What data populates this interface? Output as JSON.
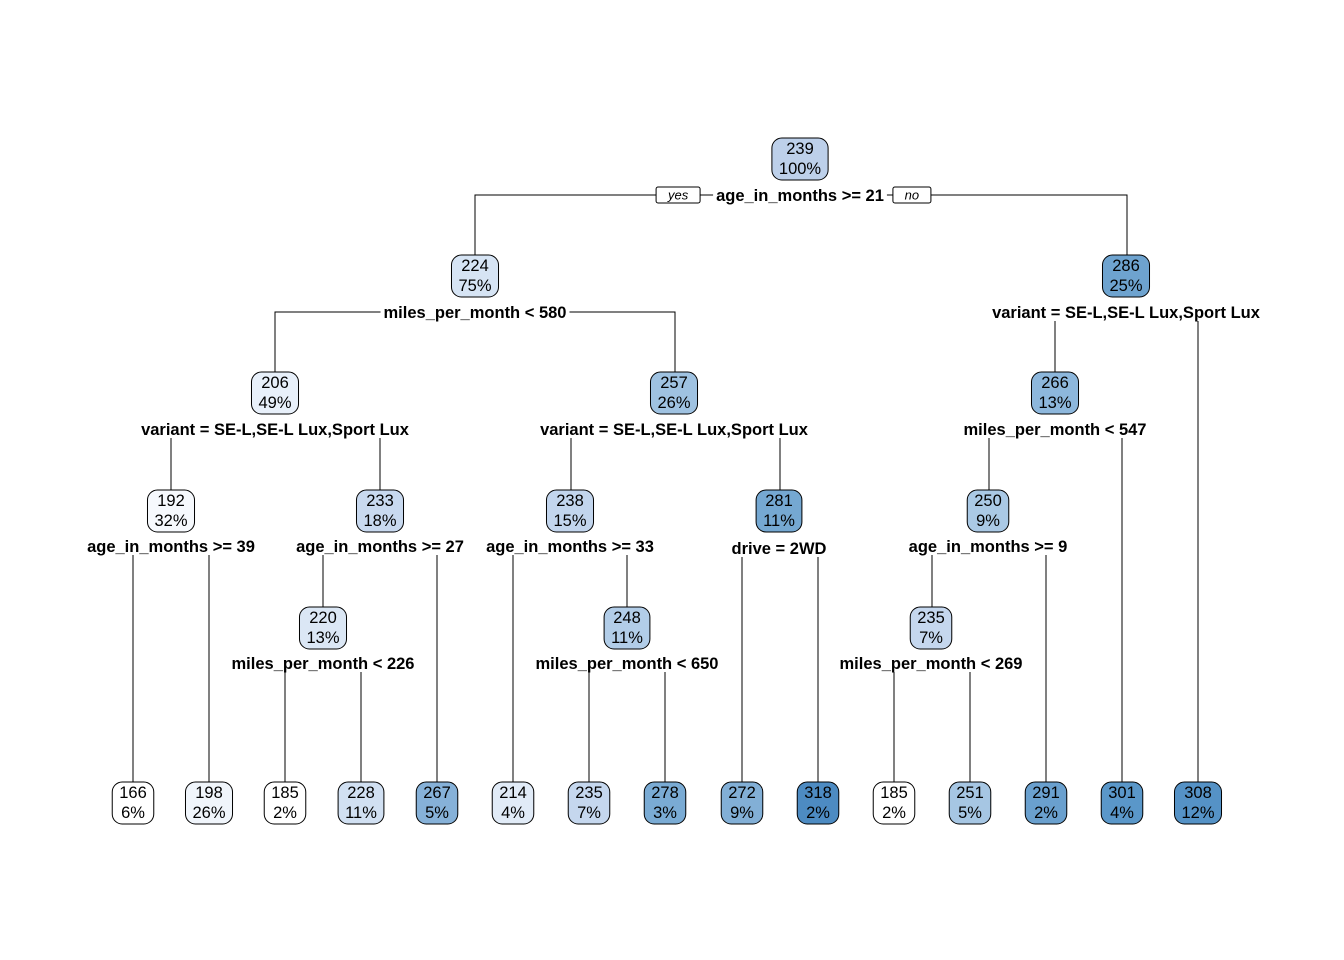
{
  "tree": {
    "yes_label": "yes",
    "no_label": "no",
    "nodes": [
      {
        "id": "n1",
        "value": "239",
        "percent": "100%",
        "fill": "#bdd0ea",
        "split": "age_in_months >= 21"
      },
      {
        "id": "n2",
        "value": "224",
        "percent": "75%",
        "fill": "#d6e4f4",
        "split": "miles_per_month < 580"
      },
      {
        "id": "n3",
        "value": "286",
        "percent": "25%",
        "fill": "#6ea3cf",
        "split": "variant = SE-L,SE-L Lux,Sport Lux"
      },
      {
        "id": "n4",
        "value": "206",
        "percent": "49%",
        "fill": "#e8f0fa",
        "split": "variant = SE-L,SE-L Lux,Sport Lux"
      },
      {
        "id": "n5",
        "value": "257",
        "percent": "26%",
        "fill": "#9fc2e1",
        "split": "variant = SE-L,SE-L Lux,Sport Lux"
      },
      {
        "id": "n6",
        "value": "266",
        "percent": "13%",
        "fill": "#8db7dc",
        "split": "miles_per_month < 547"
      },
      {
        "id": "n8",
        "value": "192",
        "percent": "32%",
        "fill": "#f6f9fd",
        "split": "age_in_months >= 39"
      },
      {
        "id": "n9",
        "value": "233",
        "percent": "18%",
        "fill": "#c8d9ef",
        "split": "age_in_months >= 27"
      },
      {
        "id": "n10",
        "value": "238",
        "percent": "15%",
        "fill": "#c2d5ed",
        "split": "age_in_months >= 33"
      },
      {
        "id": "n11",
        "value": "281",
        "percent": "11%",
        "fill": "#75a8d2",
        "split": "drive = 2WD"
      },
      {
        "id": "n12",
        "value": "250",
        "percent": "9%",
        "fill": "#aac9e5",
        "split": "age_in_months >= 9"
      },
      {
        "id": "n13",
        "value": "301",
        "percent": "4%",
        "fill": "#5a97c9",
        "split": ""
      },
      {
        "id": "n7",
        "value": "308",
        "percent": "12%",
        "fill": "#5592c6",
        "split": ""
      },
      {
        "id": "n16",
        "value": "166",
        "percent": "6%",
        "fill": "#ffffff",
        "split": ""
      },
      {
        "id": "n17",
        "value": "198",
        "percent": "26%",
        "fill": "#f0f5fb",
        "split": ""
      },
      {
        "id": "n18",
        "value": "220",
        "percent": "13%",
        "fill": "#dbe7f5",
        "split": "miles_per_month < 226"
      },
      {
        "id": "n19",
        "value": "267",
        "percent": "5%",
        "fill": "#86b1d8",
        "split": ""
      },
      {
        "id": "n20",
        "value": "214",
        "percent": "4%",
        "fill": "#e1ebf7",
        "split": ""
      },
      {
        "id": "n21",
        "value": "248",
        "percent": "11%",
        "fill": "#b2cde8",
        "split": "miles_per_month < 650"
      },
      {
        "id": "n22",
        "value": "272",
        "percent": "9%",
        "fill": "#82afd6",
        "split": ""
      },
      {
        "id": "n23",
        "value": "318",
        "percent": "2%",
        "fill": "#4d8bc2",
        "split": ""
      },
      {
        "id": "n24",
        "value": "235",
        "percent": "7%",
        "fill": "#c5d7ee",
        "split": "miles_per_month < 269"
      },
      {
        "id": "n25",
        "value": "291",
        "percent": "2%",
        "fill": "#6aa0ce",
        "split": ""
      },
      {
        "id": "n36",
        "value": "185",
        "percent": "2%",
        "fill": "#ffffff",
        "split": ""
      },
      {
        "id": "n37",
        "value": "228",
        "percent": "11%",
        "fill": "#d1e0f2",
        "split": ""
      },
      {
        "id": "n42",
        "value": "235",
        "percent": "7%",
        "fill": "#c5d7ee",
        "split": ""
      },
      {
        "id": "n43",
        "value": "278",
        "percent": "3%",
        "fill": "#7aabd4",
        "split": ""
      },
      {
        "id": "n48",
        "value": "185",
        "percent": "2%",
        "fill": "#ffffff",
        "split": ""
      },
      {
        "id": "n49",
        "value": "251",
        "percent": "5%",
        "fill": "#a6c6e3",
        "split": ""
      }
    ]
  }
}
